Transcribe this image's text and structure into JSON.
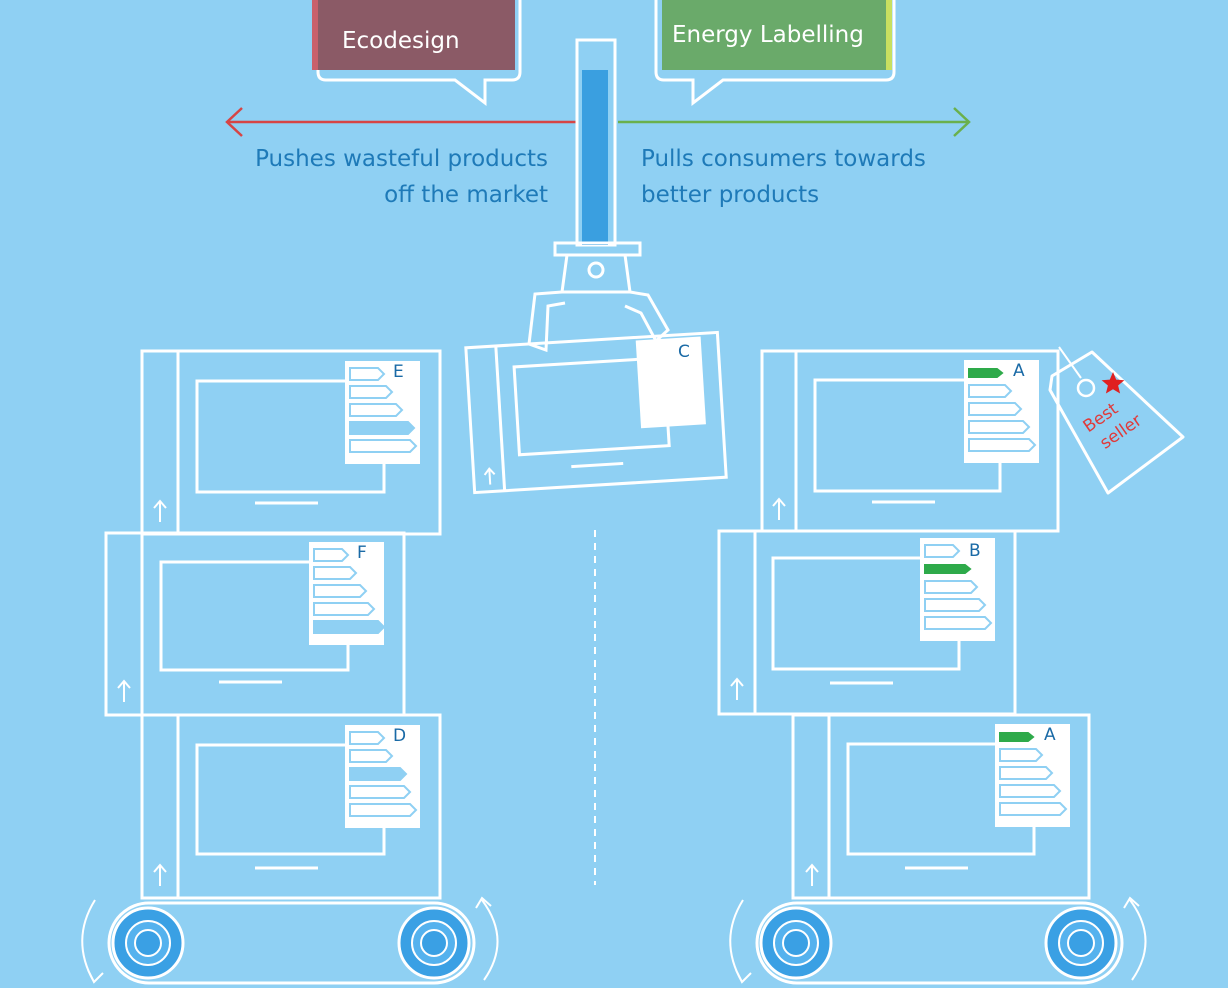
{
  "bubbles": {
    "ecodesign": "Ecodesign",
    "energy_labelling": "Energy Labelling"
  },
  "captions": {
    "left_line1": "Pushes wasteful products",
    "left_line2": "off the market",
    "right_line1": "Pulls consumers towards",
    "right_line2": "better products"
  },
  "grades": {
    "left_top": "E",
    "left_middle": "F",
    "left_bottom": "D",
    "crane": "C",
    "right_top": "A",
    "right_middle": "B",
    "right_bottom": "A"
  },
  "tag": {
    "line1": "Best",
    "line2": "seller"
  },
  "colors": {
    "background": "#8fd0f3",
    "ecodesign": "#8b5a66",
    "ecodesign_stripe": "#c8606c",
    "energy_labelling": "#6aaa6a",
    "energy_stripe": "#c8e060",
    "push_arrow": "#d64545",
    "pull_arrow": "#6ab04c",
    "text": "#1e7ab8",
    "highlight_bar": "#2eaa4a",
    "wheel": "#3aa0e4",
    "star": "#e02020"
  },
  "icons": {
    "push": "arrow-left-icon",
    "pull": "arrow-right-icon",
    "crane": "crane-claw-icon",
    "tag": "price-tag-icon",
    "star": "star-icon",
    "wheel": "conveyor-wheel-icon"
  }
}
